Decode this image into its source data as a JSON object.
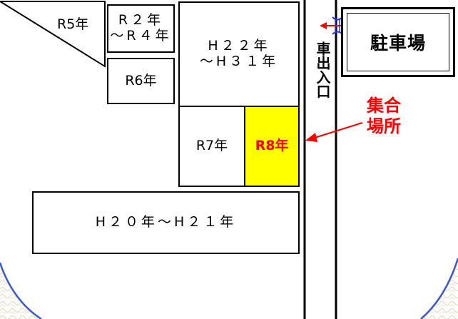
{
  "map": {
    "colors": {
      "background": "#ffffff",
      "lines": "#000000",
      "highlight_fill": "#ffff00",
      "highlight_text": "#ff0000",
      "label_red": "#ff0000",
      "entrance_blue": "#2a3bd0",
      "outer_edge": "#3b59c7",
      "pattern": "#e7dcc2"
    },
    "lots": {
      "r5": "R5年",
      "r2_r4": "R２年\n〜R４年",
      "r6": "R6年",
      "h22_h31": "H２２年\n〜H３１年",
      "r7": "R7年",
      "r8": "R8年",
      "h20_h21": "H２０年〜H２１年"
    },
    "road_label": "車出入口",
    "parking_label": "駐車場",
    "meeting_point_label": "集合\n場所",
    "icons": {
      "entrance": "double-arrow-entrance-icon",
      "pointer": "red-arrow-pointer-icon"
    }
  }
}
